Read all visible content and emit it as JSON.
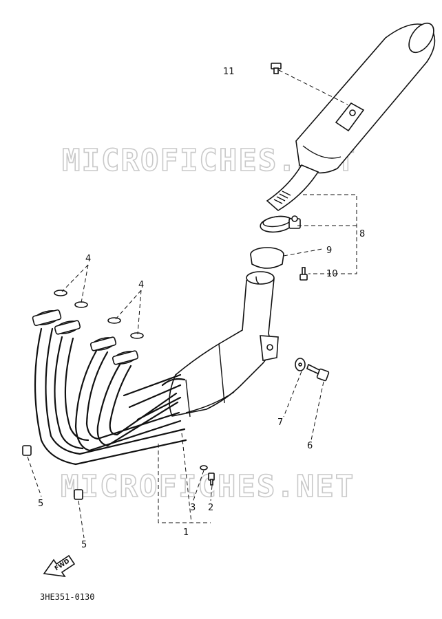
{
  "watermarks": [
    "MICROFICHES.NET",
    "MICROFICHES.NET"
  ],
  "callouts": {
    "c1": "1",
    "c2": "2",
    "c3": "3",
    "c4a": "4",
    "c4b": "4",
    "c5a": "5",
    "c5b": "5",
    "c6": "6",
    "c7": "7",
    "c8": "8",
    "c9": "9",
    "c10": "10",
    "c11": "11"
  },
  "fwd_label": "FWD",
  "diagram_code": "3HE351-0130"
}
